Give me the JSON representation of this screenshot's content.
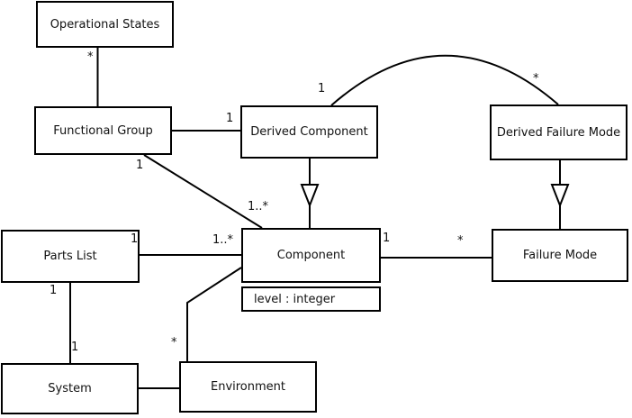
{
  "diagram": {
    "type": "uml-class-diagram",
    "colors": {
      "background": "#ffffff",
      "line": "#000000",
      "box_fill": "#ffffff",
      "text": "#111111"
    },
    "classes": {
      "operational_states": {
        "name": "Operational States"
      },
      "functional_group": {
        "name": "Functional Group"
      },
      "derived_component": {
        "name": "Derived Component"
      },
      "derived_failure_mode": {
        "name": "Derived Failure Mode"
      },
      "parts_list": {
        "name": "Parts List"
      },
      "component": {
        "name": "Component",
        "attribute": "level : integer"
      },
      "failure_mode": {
        "name": "Failure Mode"
      },
      "system": {
        "name": "System"
      },
      "environment": {
        "name": "Environment"
      }
    },
    "multiplicities": {
      "operational_states_functional_group": "*",
      "functional_group_derived_component": "1",
      "functional_group_component_near_group": "1",
      "functional_group_component_near_component": "1..*",
      "arc_near_derived_component": "1",
      "arc_near_derived_failure_mode": "*",
      "component_failure_mode_near_component": "1",
      "component_failure_mode_near_failure_mode": "*",
      "parts_list_component_near_list": "1",
      "parts_list_component_near_component": "1..*",
      "parts_list_system_near_list": "1",
      "parts_list_system_near_system": "1",
      "environment_component_near_environment": "*"
    }
  }
}
